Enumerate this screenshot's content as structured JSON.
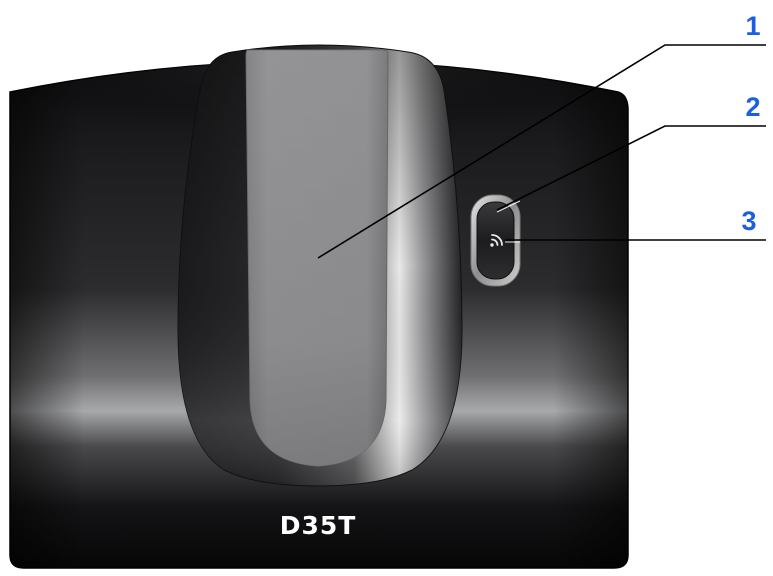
{
  "device": {
    "model_label": "D35T",
    "colors": {
      "body_dark": "#0e0e10",
      "body_mid": "#4a4a4c",
      "body_highlight": "#a6a7a9",
      "cradle_light": "#d9d9d9",
      "cradle_slot": "#8c8c8c",
      "label_text": "#ffffff"
    }
  },
  "callouts": {
    "color": "#1b5fe0",
    "line_color": "#000000",
    "items": [
      {
        "number": "1",
        "target": "handset-cradle-slot"
      },
      {
        "number": "2",
        "target": "paging-button-edge"
      },
      {
        "number": "3",
        "target": "paging-button"
      }
    ]
  },
  "icons": {
    "paging_button_icon": "signal-waves-icon"
  }
}
